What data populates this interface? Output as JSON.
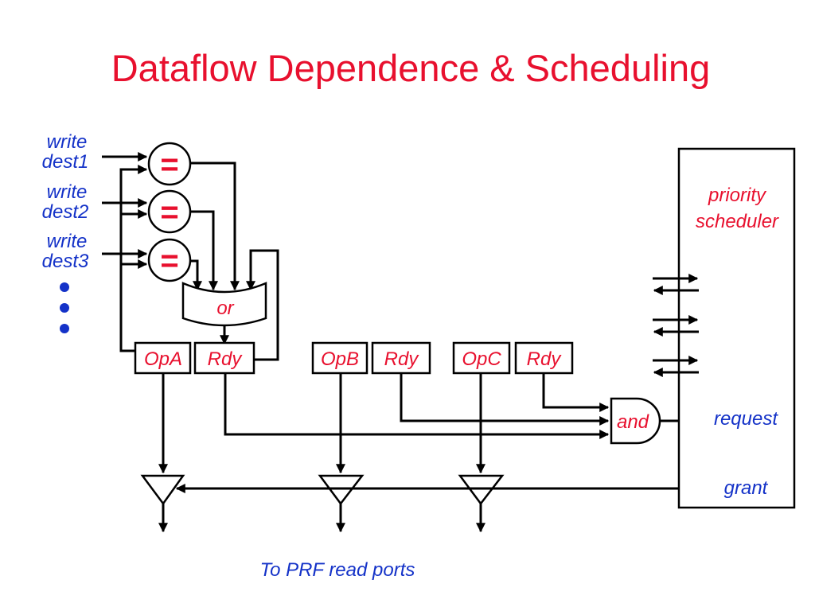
{
  "title": "Dataflow Dependence & Scheduling",
  "inputs": [
    {
      "line1": "write",
      "line2": "dest1"
    },
    {
      "line1": "write",
      "line2": "dest2"
    },
    {
      "line1": "write",
      "line2": "dest3"
    }
  ],
  "comparator_symbol": "=",
  "or_gate_label": "or",
  "and_gate_label": "and",
  "entries": [
    {
      "op": "OpA",
      "ready": "Rdy"
    },
    {
      "op": "OpB",
      "ready": "Rdy"
    },
    {
      "op": "OpC",
      "ready": "Rdy"
    }
  ],
  "scheduler": {
    "line1": "priority",
    "line2": "scheduler"
  },
  "request_label": "request",
  "grant_label": "grant",
  "footer": "To PRF read ports",
  "colors": {
    "title": "#e8102e",
    "label_red": "#e8102e",
    "label_blue": "#1432c8"
  }
}
